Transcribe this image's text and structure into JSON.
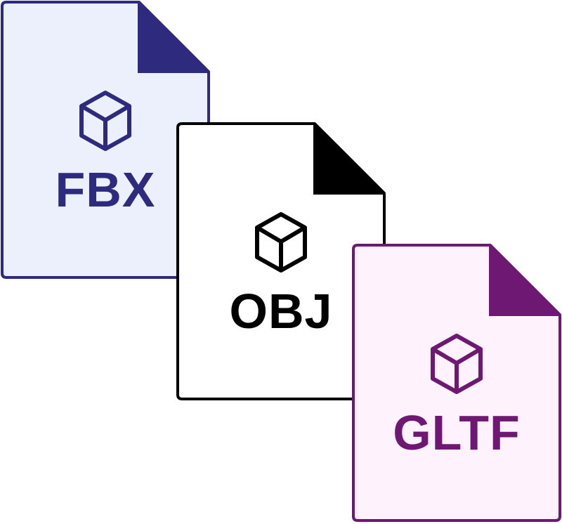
{
  "files": [
    {
      "label": "FBX",
      "icon": "cube-icon",
      "stroke": "#2E2A7E",
      "fill": "#ECF0FC"
    },
    {
      "label": "OBJ",
      "icon": "cube-icon",
      "stroke": "#000000",
      "fill": "#FFFFFF"
    },
    {
      "label": "GLTF",
      "icon": "cube-icon",
      "stroke": "#6E1873",
      "fill": "#FEF2FD"
    }
  ]
}
